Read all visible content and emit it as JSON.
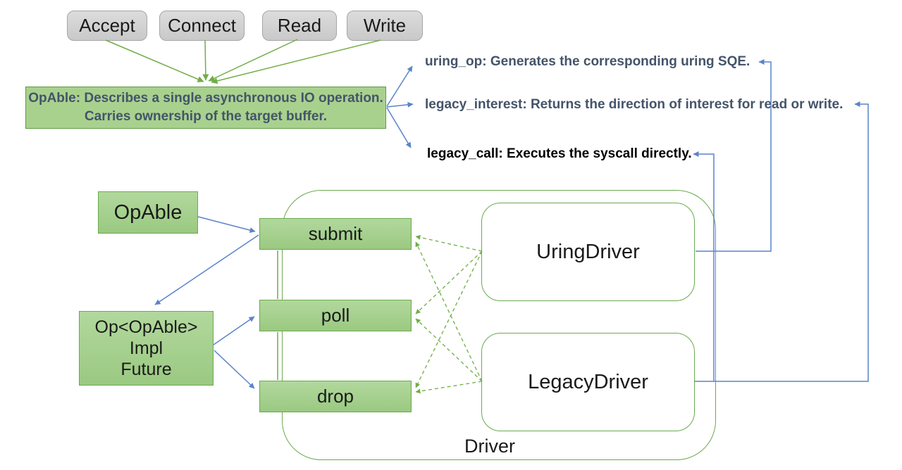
{
  "top_ops": {
    "items": [
      {
        "label": "Accept"
      },
      {
        "label": "Connect"
      },
      {
        "label": "Read"
      },
      {
        "label": "Write"
      }
    ]
  },
  "opable_note": {
    "line1": "OpAble: Describes a single asynchronous IO operation.",
    "line2": "Carries ownership of the target buffer."
  },
  "annotations": {
    "uring_op": "uring_op: Generates the corresponding uring SQE.",
    "legacy_interest": "legacy_interest: Returns the direction of interest for read or write.",
    "legacy_call": "legacy_call: Executes the syscall directly."
  },
  "trait_diagram": {
    "opable_label": "OpAble",
    "op_impl": {
      "line1": "Op<OpAble>",
      "line2": "Impl",
      "line3": "Future"
    },
    "methods": [
      {
        "label": "submit"
      },
      {
        "label": "poll"
      },
      {
        "label": "drop"
      }
    ],
    "drivers": [
      {
        "label": "UringDriver"
      },
      {
        "label": "LegacyDriver"
      }
    ],
    "container_label": "Driver"
  },
  "colors": {
    "green_fill": "#a9d18e",
    "green_border": "#6aaa4f",
    "green_line": "#70ad47",
    "blue_line": "#5b83c9",
    "gray_fill": "#d6d6d6",
    "gray_border": "#a6a6a6",
    "note_text_color": "#44546a"
  }
}
